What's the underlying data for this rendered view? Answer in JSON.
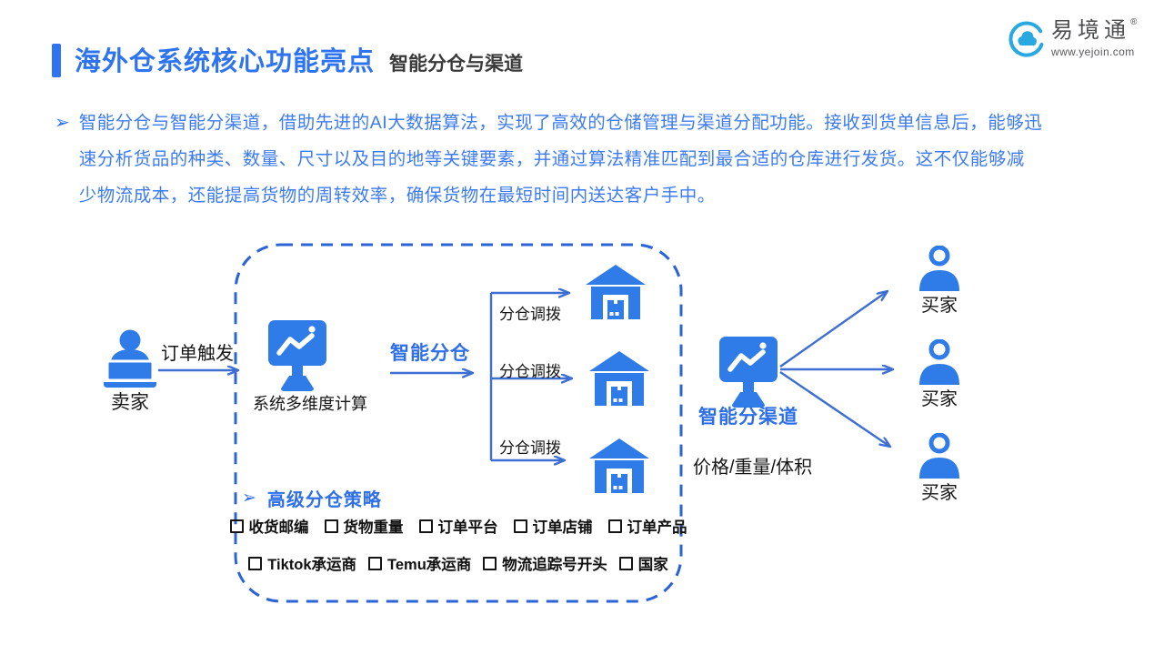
{
  "header": {
    "title": "海外仓系统核心功能亮点",
    "subtitle": "智能分仓与渠道"
  },
  "logo": {
    "name": "易境通",
    "reg": "®",
    "url": "www.yejoin.com"
  },
  "intro": {
    "bullet": "➢",
    "lines": [
      "智能分仓与智能分渠道，借助先进的AI大数据算法，实现了高效的仓储管理与渠道分配功能。接收到货单信息后，能够迅",
      "速分析货品的种类、数量、尺寸以及目的地等关键要素，并通过算法精准匹配到最合适的仓库进行发货。这不仅能够减",
      "少物流成本，还能提高货物的周转效率，确保货物在最短时间内送达客户手中。"
    ]
  },
  "diagram": {
    "seller_label": "卖家",
    "trigger_label": "订单触发",
    "system_label": "系统多维度计算",
    "smart_split_label": "智能分仓",
    "dispatch_labels": [
      "分仓调拨",
      "分仓调拨",
      "分仓调拨"
    ],
    "strategy": {
      "bullet": "➢",
      "title": "高级分仓策略",
      "row1": [
        "收货邮编",
        "货物重量",
        "订单平台",
        "订单店铺",
        "订单产品"
      ],
      "row2": [
        "Tiktok承运商",
        "Temu承运商",
        "物流追踪号开头",
        "国家"
      ]
    },
    "channel_label": "智能分渠道",
    "criteria_label": "价格/重量/体积",
    "buyer_labels": [
      "买家",
      "买家",
      "买家"
    ]
  },
  "colors": {
    "primary_blue": "#2e74f0",
    "paragraph_blue": "#3d7bf2",
    "icon_blue": "#2f7ce8",
    "arrow_blue": "#3d6ed2",
    "dashed_blue": "#2b63d9",
    "logo_cyan": "#29a9e0",
    "dark_text": "#1f1f1f"
  }
}
